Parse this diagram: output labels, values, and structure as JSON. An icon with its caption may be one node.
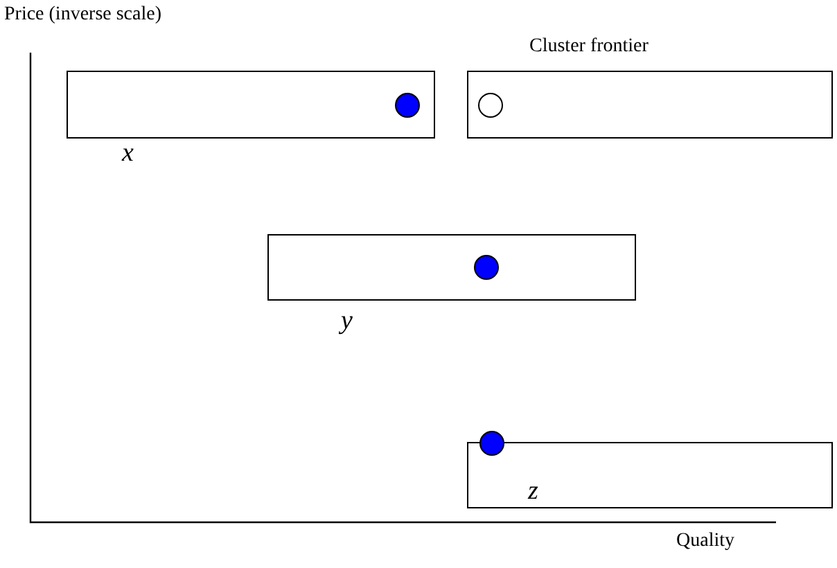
{
  "diagram": {
    "nodes": [
      {
        "text": [],
        "shape": "box",
        "beside": [
          "x"
        ]
      },
      {
        "text": [],
        "shape": "circle",
        "in": 0
      },
      {
        "text": [],
        "shape": "box",
        "beside": [
          "Cluster frontier"
        ]
      },
      {
        "text": [],
        "shape": "circle",
        "in": 2
      },
      {
        "text": [],
        "shape": "box",
        "beside": [
          "y"
        ]
      },
      {
        "text": [],
        "shape": "circle",
        "in": 4
      },
      {
        "text": [],
        "shape": "box",
        "beside": [
          "z"
        ]
      },
      {
        "text": [],
        "shape": "circle",
        "in": 6
      }
    ],
    "labels": [
      "Price (inverse scale)",
      "Quality"
    ]
  }
}
